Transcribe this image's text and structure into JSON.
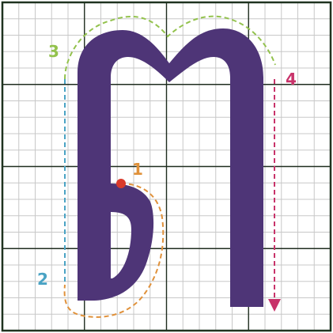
{
  "grid": {
    "minor_line_color": "#c8c8c8",
    "major_line_color": "#1f2d1f",
    "border_color": "#1f3320"
  },
  "glyph": {
    "fill_color": "#4e3577"
  },
  "strokes": [
    {
      "number": "1",
      "color": "#e0913a"
    },
    {
      "number": "2",
      "color": "#4aa3c4"
    },
    {
      "number": "3",
      "color": "#93c24d"
    },
    {
      "number": "4",
      "color": "#c8336a"
    }
  ]
}
